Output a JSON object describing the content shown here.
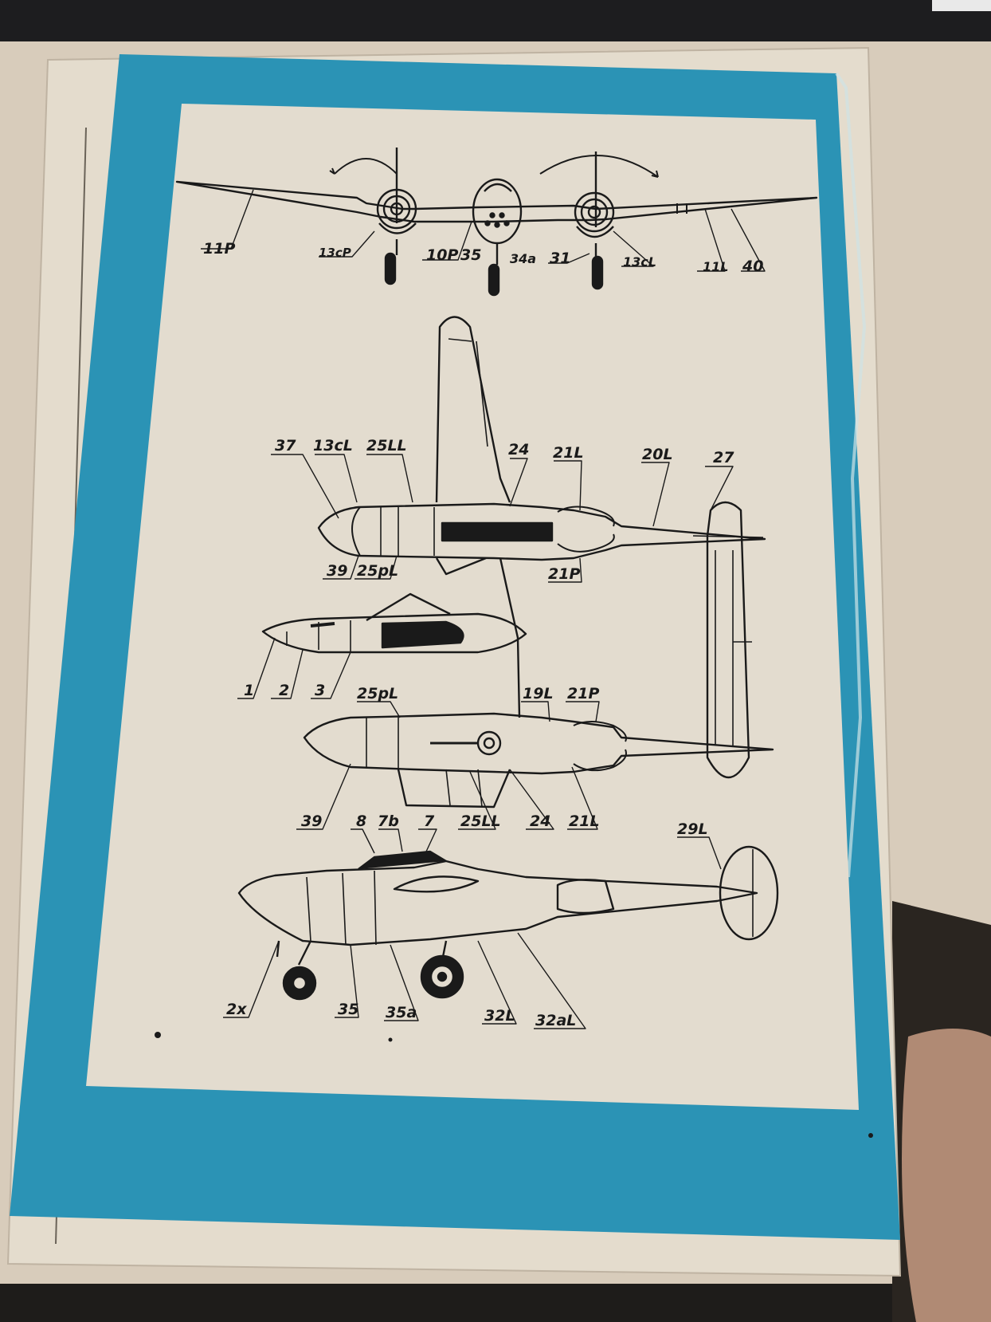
{
  "colors": {
    "cover_blue": "#2b93b5",
    "paper": "#e3dccf",
    "ink": "#1a1a1a",
    "desk": "#d8ccbb"
  },
  "labels": {
    "front": [
      "11P",
      "13cP",
      "10P",
      "35",
      "34a",
      "31",
      "13cL",
      "11L",
      "40"
    ],
    "top": [
      "37",
      "13cL",
      "25LL",
      "24",
      "21L",
      "20L",
      "27",
      "39",
      "25pL",
      "21P"
    ],
    "gondola": [
      "1",
      "2",
      "3"
    ],
    "bottom": [
      "25pL",
      "19L",
      "21P",
      "39",
      "25LL",
      "24",
      "21L"
    ],
    "side": [
      "8",
      "7b",
      "7",
      "29L",
      "2x",
      "35",
      "35a",
      "32L",
      "32aL"
    ]
  }
}
